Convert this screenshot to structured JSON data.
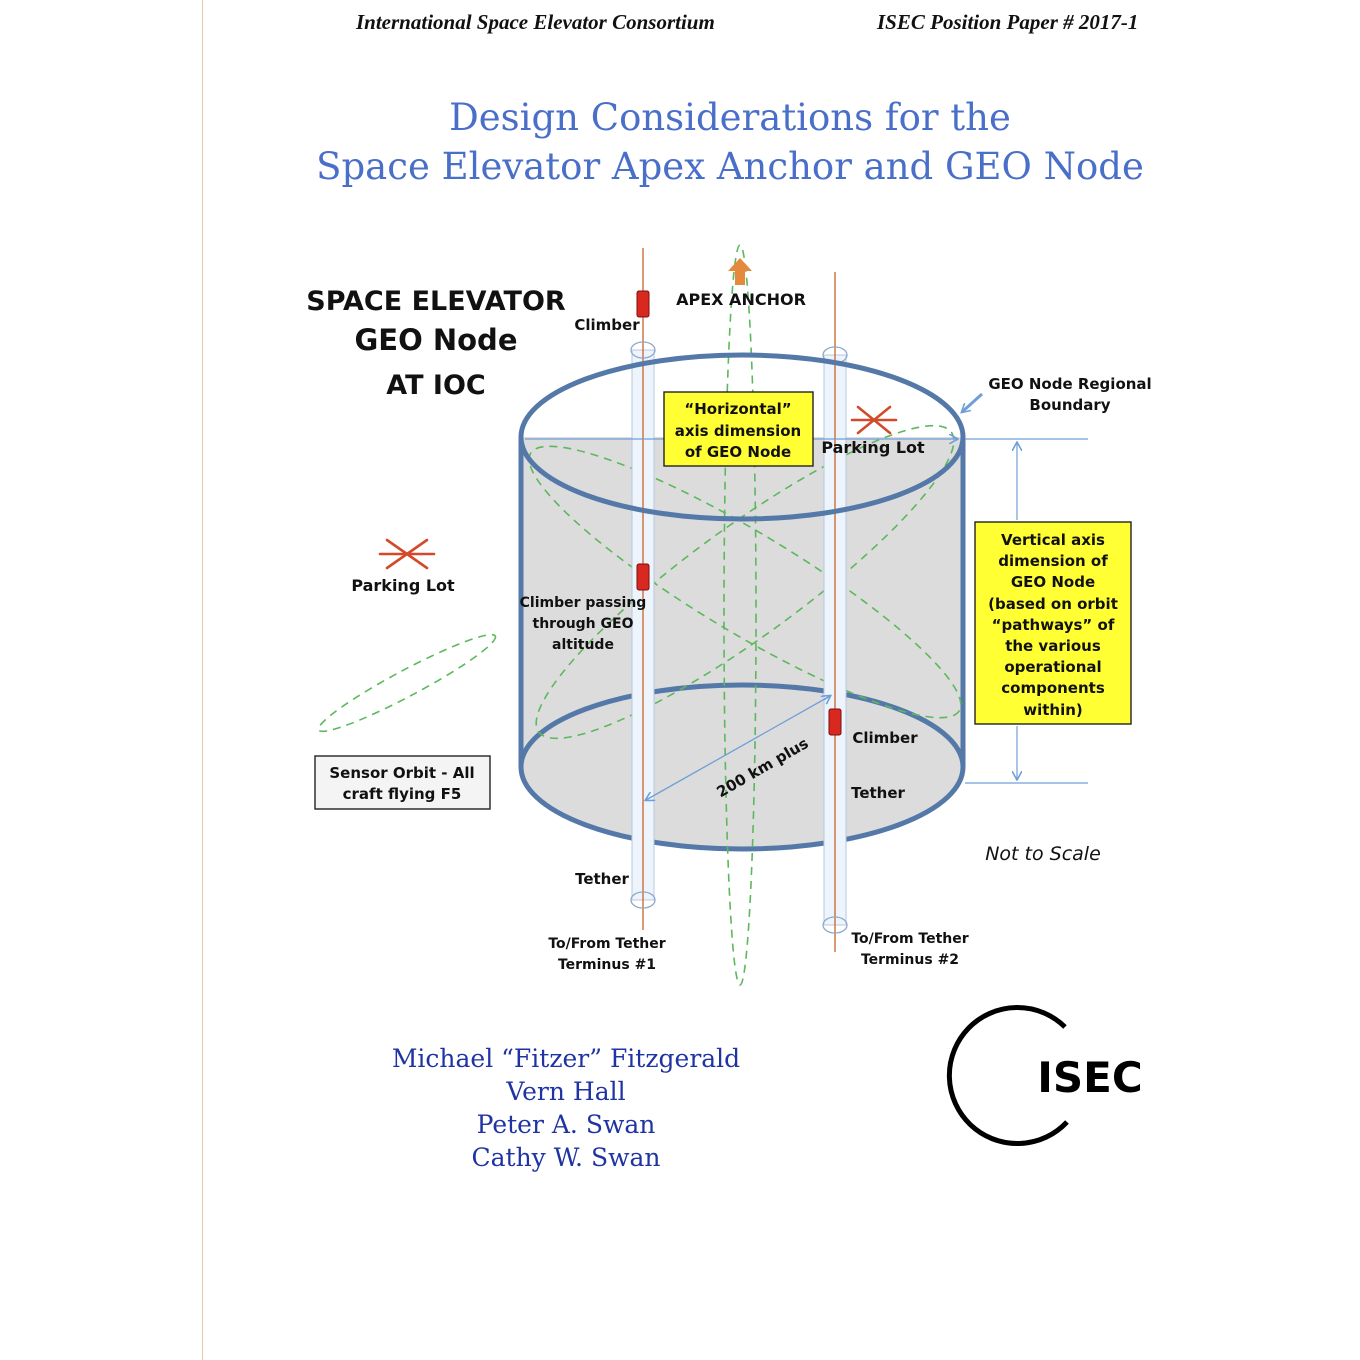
{
  "header": {
    "left": "International Space Elevator Consortium",
    "right": "ISEC Position Paper # 2017-1"
  },
  "title": {
    "line1": "Design Considerations for the",
    "line2": "Space Elevator Apex Anchor and GEO Node"
  },
  "diagram": {
    "heading": {
      "line1": "SPACE ELEVATOR",
      "line2": "GEO Node",
      "line3": "AT IOC"
    },
    "apex_anchor": "APEX ANCHOR",
    "climber_top": "Climber",
    "geo_boundary": {
      "line1": "GEO Node Regional",
      "line2": "Boundary"
    },
    "horizontal_box": {
      "line1": "“Horizontal”",
      "line2": "axis  dimension",
      "line3": "of GEO Node"
    },
    "parking_lot_inner": "Parking Lot",
    "parking_lot_outer": "Parking Lot",
    "climber_passing": {
      "line1": "Climber passing",
      "line2": "through GEO",
      "line3": "altitude"
    },
    "vertical_box": {
      "lines": [
        "Vertical axis",
        "dimension of",
        "GEO Node",
        "(based on  orbit",
        "“pathways” of",
        "the various",
        "operational",
        "components",
        "within)"
      ]
    },
    "sensor_orbit": {
      "line1": "Sensor Orbit - All",
      "line2": "craft flying F5"
    },
    "distance": "200 km plus",
    "climber_right": "Climber",
    "tether_right": "Tether",
    "tether_left": "Tether",
    "not_to_scale": "Not to Scale",
    "terminus1": {
      "line1": "To/From  Tether",
      "line2": "Terminus #1"
    },
    "terminus2": {
      "line1": "To/From  Tether",
      "line2": "Terminus #2"
    }
  },
  "authors": [
    "Michael “Fitzer” Fitzgerald",
    "Vern Hall",
    "Peter A. Swan",
    "Cathy W. Swan"
  ],
  "logo": {
    "text": "ISEC"
  },
  "colors": {
    "title": "#4a6fc9",
    "authors": "#1f33a3",
    "cylinder_stroke": "#5479a8",
    "cylinder_fill": "#dcdcdc",
    "label_box": "#ffff33",
    "orbit_dash": "#5cb85c",
    "climber": "#d8281f",
    "tether": "#c8642a",
    "apex_arrow": "#e58a3c"
  }
}
